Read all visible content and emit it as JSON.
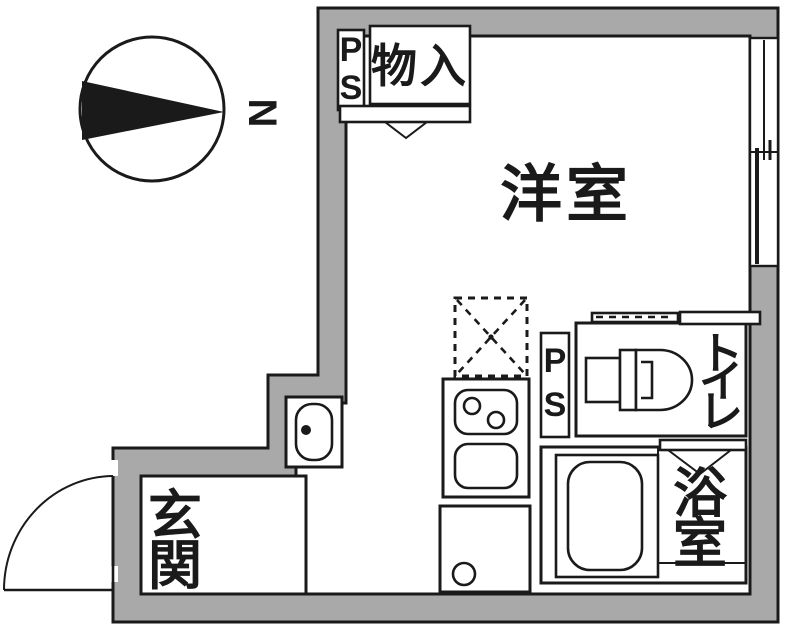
{
  "document": {
    "type": "floor-plan",
    "title": "間取り図",
    "line_color": "#1a1a1a",
    "wall_color": "#a9a9a9",
    "background_color": "#ffffff"
  },
  "compass": {
    "label": "N",
    "direction": "east-pointing-needle"
  },
  "rooms": [
    {
      "id": "washitsu",
      "label": "洋室",
      "meaning": "Western-style room",
      "orientation": "horizontal"
    },
    {
      "id": "genkan",
      "label": "玄関",
      "meaning": "Entrance",
      "orientation": "vertical"
    },
    {
      "id": "toilet",
      "label": "トイレ",
      "meaning": "Toilet",
      "orientation": "vertical"
    },
    {
      "id": "bathroom",
      "label": "浴室",
      "meaning": "Bathroom",
      "orientation": "vertical"
    },
    {
      "id": "closet",
      "label": "物入",
      "meaning": "Storage closet",
      "orientation": "horizontal"
    }
  ],
  "shafts": [
    {
      "id": "ps-top",
      "line1": "P",
      "line2": "S",
      "meaning": "Pipe Shaft"
    },
    {
      "id": "ps-mid",
      "line1": "P",
      "line2": "S",
      "meaning": "Pipe Shaft"
    }
  ],
  "fixtures": [
    {
      "id": "range-hood",
      "name": "range-hood",
      "symbol": "dashed-x-box"
    },
    {
      "id": "cooktop",
      "name": "cooktop",
      "burners": 2
    },
    {
      "id": "sink",
      "name": "kitchen-sink"
    },
    {
      "id": "appliance-space",
      "name": "washing-machine-space",
      "drain": true
    },
    {
      "id": "washbasin",
      "name": "washbasin",
      "drain": true
    },
    {
      "id": "toilet-fixture",
      "name": "toilet-bowl"
    },
    {
      "id": "bathtub",
      "name": "bathtub"
    }
  ],
  "openings": [
    {
      "id": "entrance-door",
      "name": "entrance-door",
      "type": "swing-door-arc"
    },
    {
      "id": "closet-door",
      "name": "closet-folding-door",
      "type": "folding-door"
    },
    {
      "id": "bath-door",
      "name": "bathroom-folding-door",
      "type": "folding-door"
    },
    {
      "id": "balcony-window",
      "name": "balcony-sliding-window",
      "type": "sliding-window"
    },
    {
      "id": "toilet-window",
      "name": "toilet-sliding-window",
      "type": "sliding-window"
    }
  ],
  "labels": {
    "room_washitsu": "洋室",
    "room_genkan": "玄関",
    "room_toilet": "トイレ",
    "room_bathroom": "浴室",
    "room_closet": "物入",
    "ps_top_p": "P",
    "ps_top_s": "S",
    "ps_mid_p": "P",
    "ps_mid_s": "S",
    "compass_n": "N"
  }
}
